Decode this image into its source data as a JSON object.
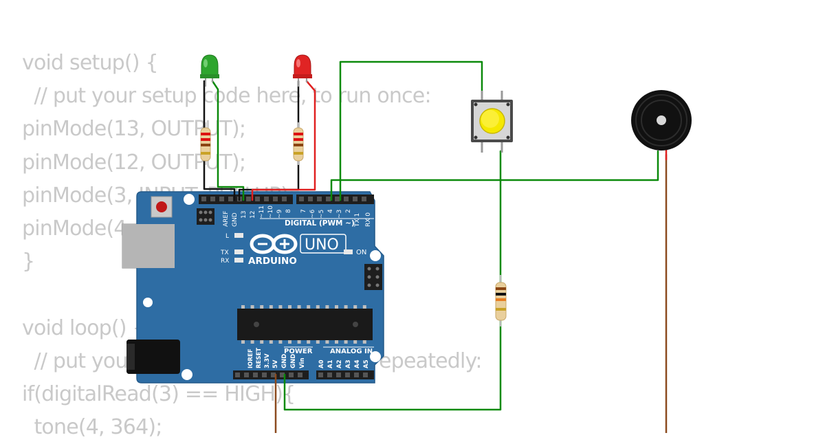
{
  "code_lines": [
    "void setup() {",
    "  // put your setup code here, to run once:",
    "pinMode(13, OUTPUT);",
    "pinMode(12, OUTPUT);",
    "pinMode(3, INPUT_PULLUP);",
    "pinMode(4, OUTPUT);",
    "}",
    "",
    "void loop() {",
    "  // put your main code here, to run repeatedly:",
    "if(digitalRead(3) == HIGH){",
    "  tone(4, 364);"
  ],
  "board": {
    "brand": "ARDUINO",
    "model": "UNO",
    "digital_label": "DIGITAL (PWM ~)",
    "power_label": "POWER",
    "analog_label": "ANALOG IN",
    "on_label": "ON",
    "led_l_label": "L",
    "tx_label": "TX",
    "rx_label": "RX",
    "aref_label": "AREF",
    "gnd_label": "GND",
    "digital_pins": [
      "13",
      "12",
      "~11",
      "~10",
      "~9",
      "8",
      "7",
      "~6",
      "~5",
      "4",
      "~3",
      "2",
      "TX 1",
      "RX 0"
    ],
    "power_pins": [
      "IOREF",
      "RESET",
      "3.3V",
      "5V",
      "GND",
      "GND",
      "Vin"
    ],
    "analog_pins": [
      "A0",
      "A1",
      "A2",
      "A3",
      "A4",
      "A5"
    ]
  },
  "colors": {
    "board": "#2e6da4",
    "wire_green": "#0b8a0b",
    "wire_red": "#e02020",
    "wire_black": "#111111",
    "wire_brown": "#8b4a1e",
    "led_green": "#2ea52e",
    "led_red": "#e02424",
    "button_cap": "#f5e800",
    "code_text": "#c9c9c9"
  }
}
